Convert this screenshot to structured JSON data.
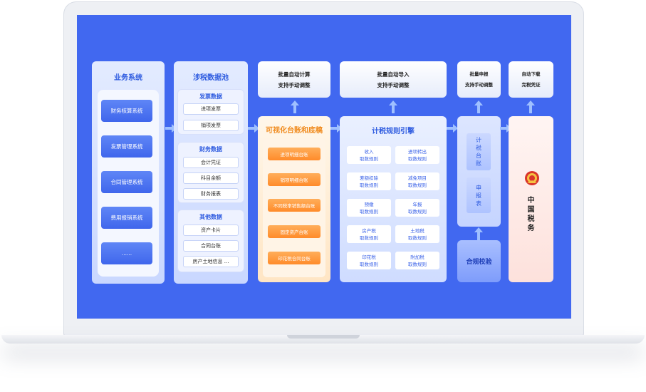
{
  "business_systems": {
    "title": "业务系统",
    "items": [
      "财务核算系统",
      "发票管理系统",
      "合同管理系统",
      "费用报销系统",
      "......"
    ]
  },
  "data_pool": {
    "title": "涉税数据池",
    "groups": [
      {
        "title": "发票数据",
        "items": [
          "进项发票",
          "销项发票"
        ]
      },
      {
        "title": "财务数据",
        "items": [
          "会计凭证",
          "科目余额",
          "财务报表"
        ]
      },
      {
        "title": "其他数据",
        "items": [
          "资产卡片",
          "合同台账",
          "房产土地信息 ..."
        ]
      }
    ]
  },
  "top_boxes": [
    {
      "line1": "批量自动计算",
      "line2": "支持手动调整"
    },
    {
      "line1": "批量自动导入",
      "line2": "支持手动调整"
    },
    {
      "line1": "批量申报",
      "line2": "支持手动调整"
    },
    {
      "line1": "自动下载",
      "line2": "完税凭证"
    }
  ],
  "ledger": {
    "title": "可视化台账和底稿",
    "items": [
      "进项明细台账",
      "销项明细台账",
      "不同税率销售额台账",
      "固定资产台账",
      "印花税合同台账"
    ]
  },
  "engine": {
    "title": "计税规则引擎",
    "rules": [
      [
        "收入",
        "取数规则"
      ],
      [
        "进项转出",
        "取数规则"
      ],
      [
        "差额扣除",
        "取数规则"
      ],
      [
        "减免项目",
        "取数规则"
      ],
      [
        "预缴",
        "取数规则"
      ],
      [
        "年报",
        "取数规则"
      ],
      [
        "房产税",
        "取数规则"
      ],
      [
        "土地税",
        "取数规则"
      ],
      [
        "印花税",
        "取数规则"
      ],
      [
        "附加税",
        "取数规则"
      ]
    ]
  },
  "declaration": {
    "tabs": [
      [
        "计",
        "税",
        "台",
        "账"
      ],
      [
        "申",
        "报",
        "表"
      ]
    ]
  },
  "compliance": {
    "label": "合规校验"
  },
  "tax_authority": {
    "lines": [
      "中",
      "国",
      "税",
      "务"
    ]
  },
  "colors": {
    "screen": "#4168f0",
    "accent": "#2f5ce0",
    "orange": "#ff8b2a"
  }
}
